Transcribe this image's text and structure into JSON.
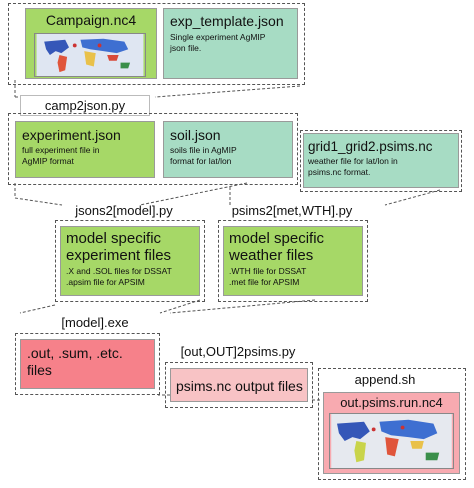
{
  "top_group": {
    "campaign": {
      "title": "Campaign.nc4"
    },
    "exp_template": {
      "title": "exp_template.json",
      "desc": [
        "Single experiment AgMIP",
        "json file."
      ]
    }
  },
  "camp2json": {
    "label": "camp2json.py",
    "experiment": {
      "title": "experiment.json",
      "desc": [
        "full experiment file in",
        "AgMIP format"
      ]
    },
    "soil": {
      "title": "soil.json",
      "desc": [
        "soils file in AgMIP",
        "format for lat/lon"
      ]
    }
  },
  "grid": {
    "title": "grid1_grid2.psims.nc",
    "desc": [
      "weather file for lat/lon in",
      "psims.nc format."
    ]
  },
  "jsons2model": {
    "label": "jsons2[model].py",
    "box": {
      "title": [
        "model specific",
        "experiment files"
      ],
      "desc": [
        ".X and .SOL files for DSSAT",
        ".apsim file for APSIM"
      ]
    }
  },
  "psims2met": {
    "label": "psims2[met,WTH].py",
    "box": {
      "title": [
        "model specific",
        "weather files"
      ],
      "desc": [
        ".WTH file for DSSAT",
        ".met file for APSIM"
      ]
    }
  },
  "model_exe": {
    "label": "[model].exe",
    "box": {
      "title": [
        ".out, .sum, .etc.",
        "files"
      ]
    }
  },
  "out2psims": {
    "label": "[out,OUT]2psims.py",
    "box": {
      "title": "psims.nc output files"
    }
  },
  "append": {
    "label": "append.sh",
    "box": {
      "title": "out.psims.run.nc4"
    }
  },
  "colors": {
    "green": "#a6d867",
    "teal": "#a7dcc4",
    "red": "#f6818a",
    "pink": "#f8c3c5"
  }
}
